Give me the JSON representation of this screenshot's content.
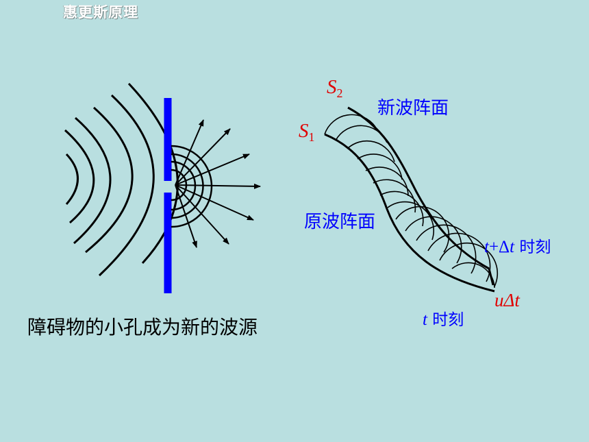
{
  "title": "惠更斯原理",
  "caption": "障碍物的小孔成为新的波源",
  "labels": {
    "s2_letter": "S",
    "s2_sub": "2",
    "s1_letter": "S",
    "s1_sub": "1",
    "new_wavefront": "新波阵面",
    "original_wavefront": "原波阵面",
    "t_plus_dt_t1": "t",
    "t_plus_dt_plus": "+Δ",
    "t_plus_dt_t2": "t",
    "t_plus_dt_suffix": " 时刻",
    "u_dt_u": "uΔ",
    "u_dt_t": "t",
    "t_time_t": "t",
    "t_time_suffix": " 时刻"
  },
  "colors": {
    "background": "#b9dfe0",
    "barrier": "#0000ff",
    "blue_text": "#0000ff",
    "red_text": "#e00000",
    "line": "#000000"
  }
}
